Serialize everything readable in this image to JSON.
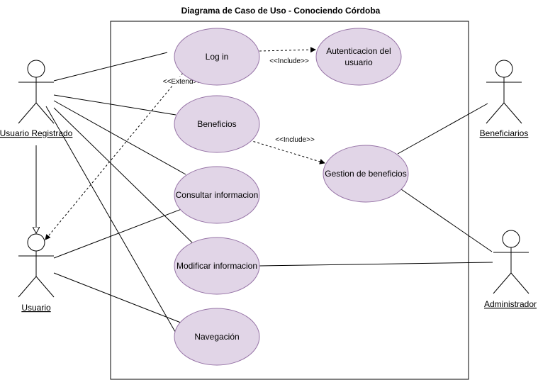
{
  "title": "Diagrama de Caso de Uso - Conociendo Córdoba",
  "use_cases": {
    "login": "Log in",
    "autenticacion_line1": "Autenticacion del",
    "autenticacion_line2": "usuario",
    "beneficios": "Beneficios",
    "gestion": "Gestion de beneficios",
    "consultar": "Consultar informacion",
    "modificar": "Modificar informacion",
    "navegacion": "Navegación"
  },
  "actors": {
    "usuario_registrado": "Usuario Registrado",
    "usuario": "Usuario",
    "beneficiarios": "Beneficiarios",
    "administrador": "Administrador"
  },
  "relations": {
    "include_1": "<<Include>>",
    "include_2": "<<Include>>",
    "extend": "<<Extend>>"
  },
  "colors": {
    "use_case_fill": "#e1d5e7",
    "use_case_stroke": "#9673a6"
  }
}
